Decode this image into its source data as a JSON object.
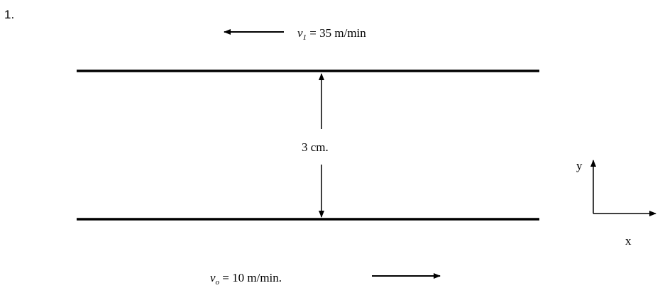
{
  "problem_number": "1.",
  "top_velocity": {
    "symbol": "v",
    "subscript": "1",
    "value_text": " = 35 m/min"
  },
  "gap_label": "3 cm.",
  "bottom_velocity": {
    "symbol": "v",
    "subscript": "o",
    "value_text": " = 10 m/min."
  },
  "axes": {
    "y_label": "y",
    "x_label": "x"
  }
}
